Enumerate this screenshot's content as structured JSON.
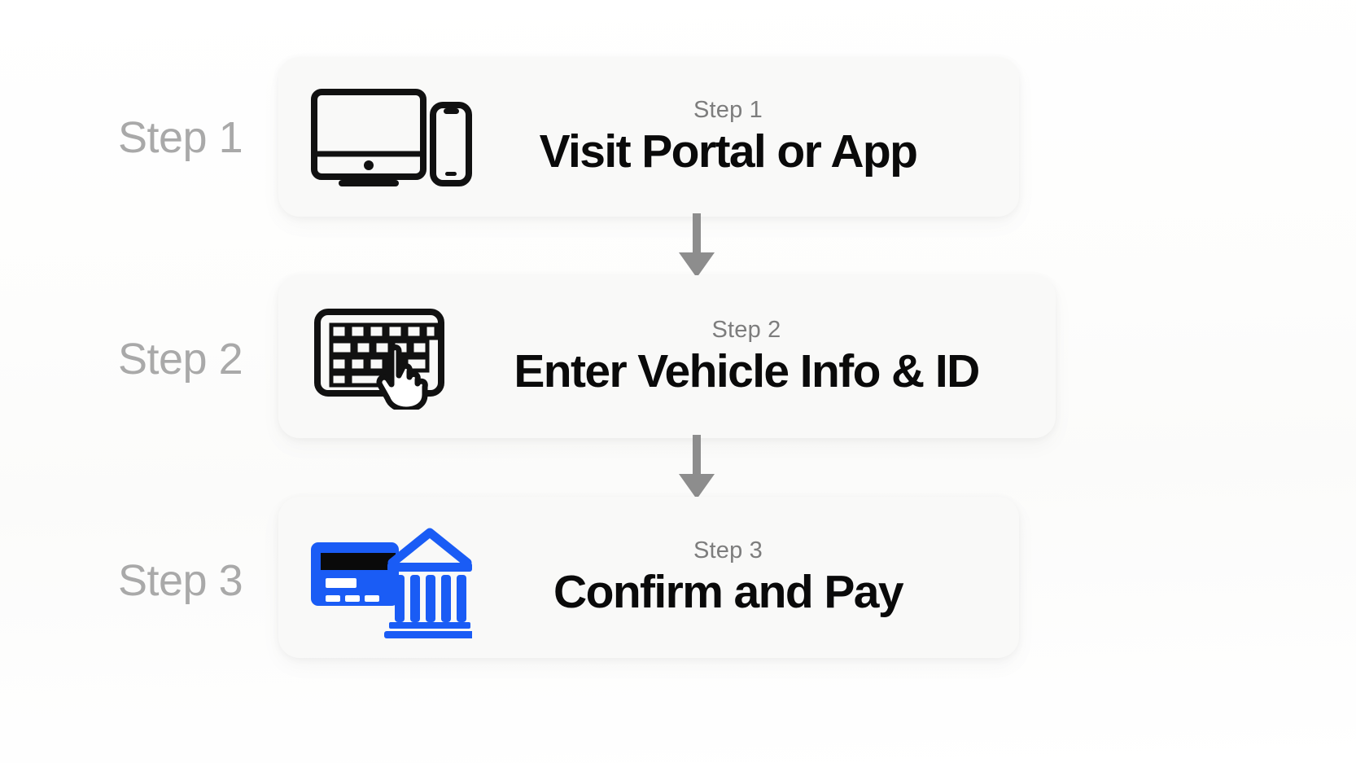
{
  "theme": {
    "page_background": "#ffffff",
    "card_background": "#f9f9f8",
    "side_label_color": "#a9a9a9",
    "eyebrow_color": "#7d7d7d",
    "title_color": "#0a0a0a",
    "arrow_color": "#8d8d8d",
    "icon_black": "#111111",
    "icon_blue": "#1a5cf5"
  },
  "flow": {
    "steps": [
      {
        "side_label": "Step 1",
        "eyebrow": "Step 1",
        "title": "Visit Portal or App",
        "icon_name": "desktop-and-mobile-icon"
      },
      {
        "side_label": "Step 2",
        "eyebrow": "Step 2",
        "title": "Enter Vehicle Info & ID",
        "icon_name": "keyboard-typing-hand-icon"
      },
      {
        "side_label": "Step 3",
        "eyebrow": "Step 3",
        "title": "Confirm and Pay",
        "icon_name": "credit-card-and-bank-icon"
      }
    ],
    "connectors": [
      {
        "icon_name": "arrow-down-icon",
        "from": "Step 1",
        "to": "Step 2"
      },
      {
        "icon_name": "arrow-down-icon",
        "from": "Step 2",
        "to": "Step 3"
      }
    ]
  }
}
